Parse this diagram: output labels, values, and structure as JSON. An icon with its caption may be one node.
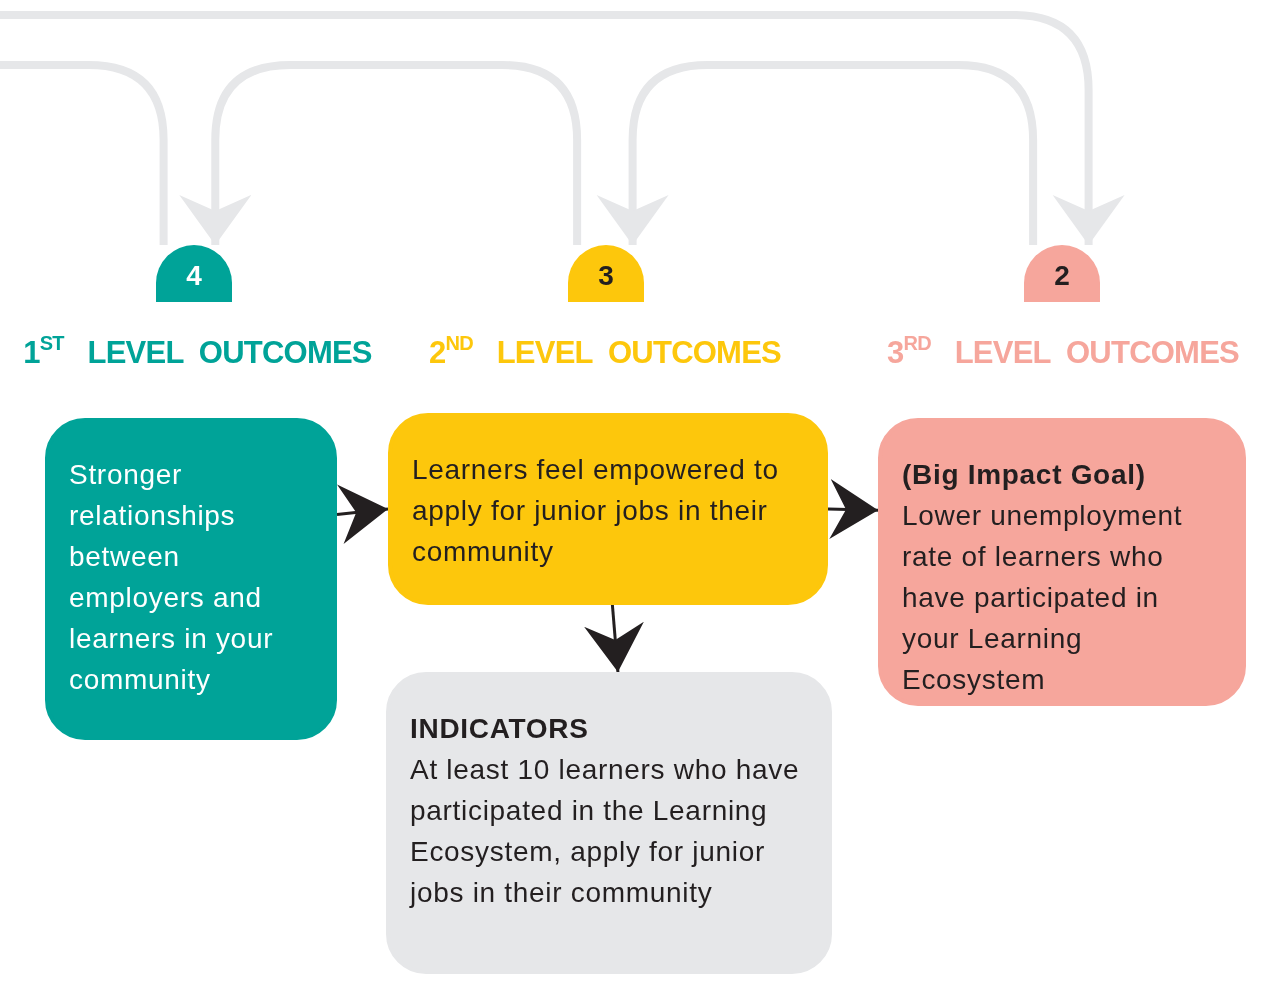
{
  "diagram": {
    "nodes": [
      {
        "text": [
          "4"
        ]
      },
      {
        "text": [
          "3"
        ]
      },
      {
        "text": [
          "2"
        ]
      },
      {
        "text": [
          "1$^{ST}$ LEVEL OUTCOMES",
          "Stronger relationships between employers and learners in your community"
        ]
      },
      {
        "text": [
          "2$^{ND}$ LEVEL OUTCOMES",
          "Learners feel empowered to apply for junior jobs in their community"
        ]
      },
      {
        "text": [
          "3$^{RD}$ LEVEL OUTCOMES",
          "**(Big Impact Goal)** Lower unemployment rate of learners who have participated in your Learning Ecosystem"
        ]
      },
      {
        "text": [
          "INDICATORS",
          "At least 10 learners who have participated in the Learning Ecosystem, apply for junior jobs in their community"
        ]
      }
    ],
    "edges": [
      {
        "from": 2,
        "to": 1,
        "arrow": "to"
      },
      {
        "from": 1,
        "to": 0,
        "arrow": "to"
      },
      {
        "from": 0,
        "to": null,
        "arrow": "none"
      },
      {
        "from": null,
        "to": 2,
        "arrow": "to"
      },
      {
        "from": 3,
        "to": 4,
        "arrow": "to",
        "color": "#231f20"
      },
      {
        "from": 4,
        "to": 5,
        "arrow": "to",
        "color": "#231f20"
      },
      {
        "from": 4,
        "to": 6,
        "arrow": "to",
        "color": "#231f20"
      }
    ]
  }
}
